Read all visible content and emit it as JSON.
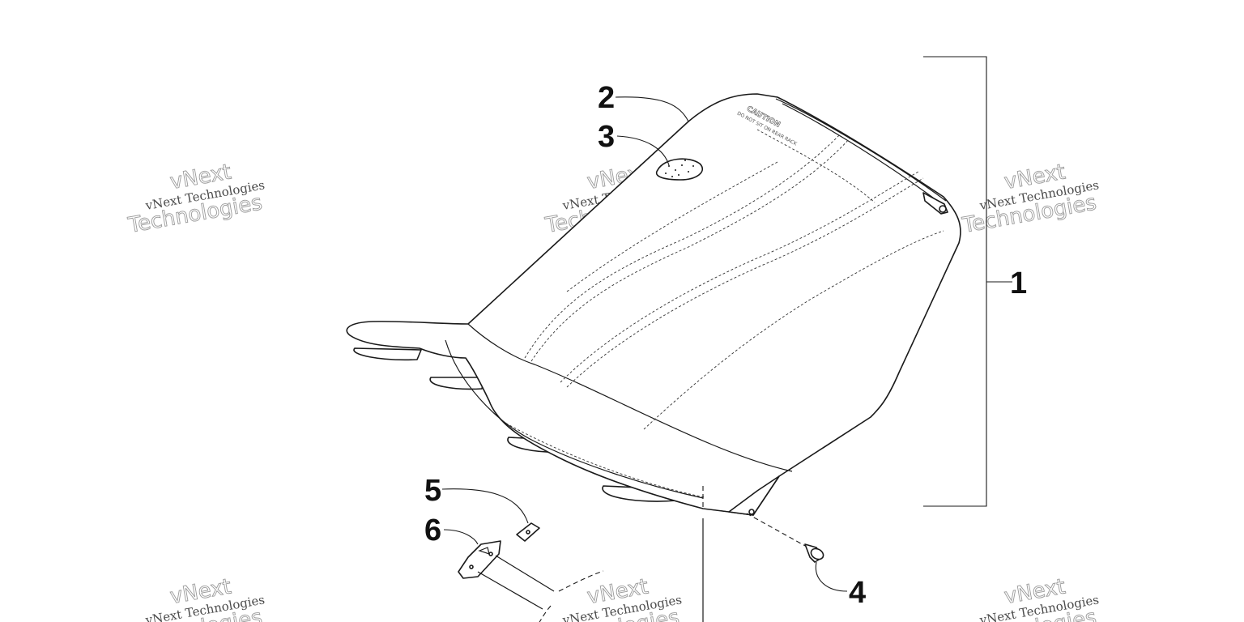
{
  "diagram": {
    "callouts": [
      {
        "id": "callout-1",
        "label": "1"
      },
      {
        "id": "callout-2",
        "label": "2"
      },
      {
        "id": "callout-3",
        "label": "3"
      },
      {
        "id": "callout-4",
        "label": "4"
      },
      {
        "id": "callout-5",
        "label": "5"
      },
      {
        "id": "callout-6",
        "label": "6"
      }
    ],
    "seat_label": {
      "line1": "CAUTION",
      "line2": "DO NOT SIT ON REAR RACK"
    },
    "watermark": {
      "brand_small": "vNext",
      "brand_full": "vNext Technologies",
      "brand_outline": "Technologies"
    }
  }
}
